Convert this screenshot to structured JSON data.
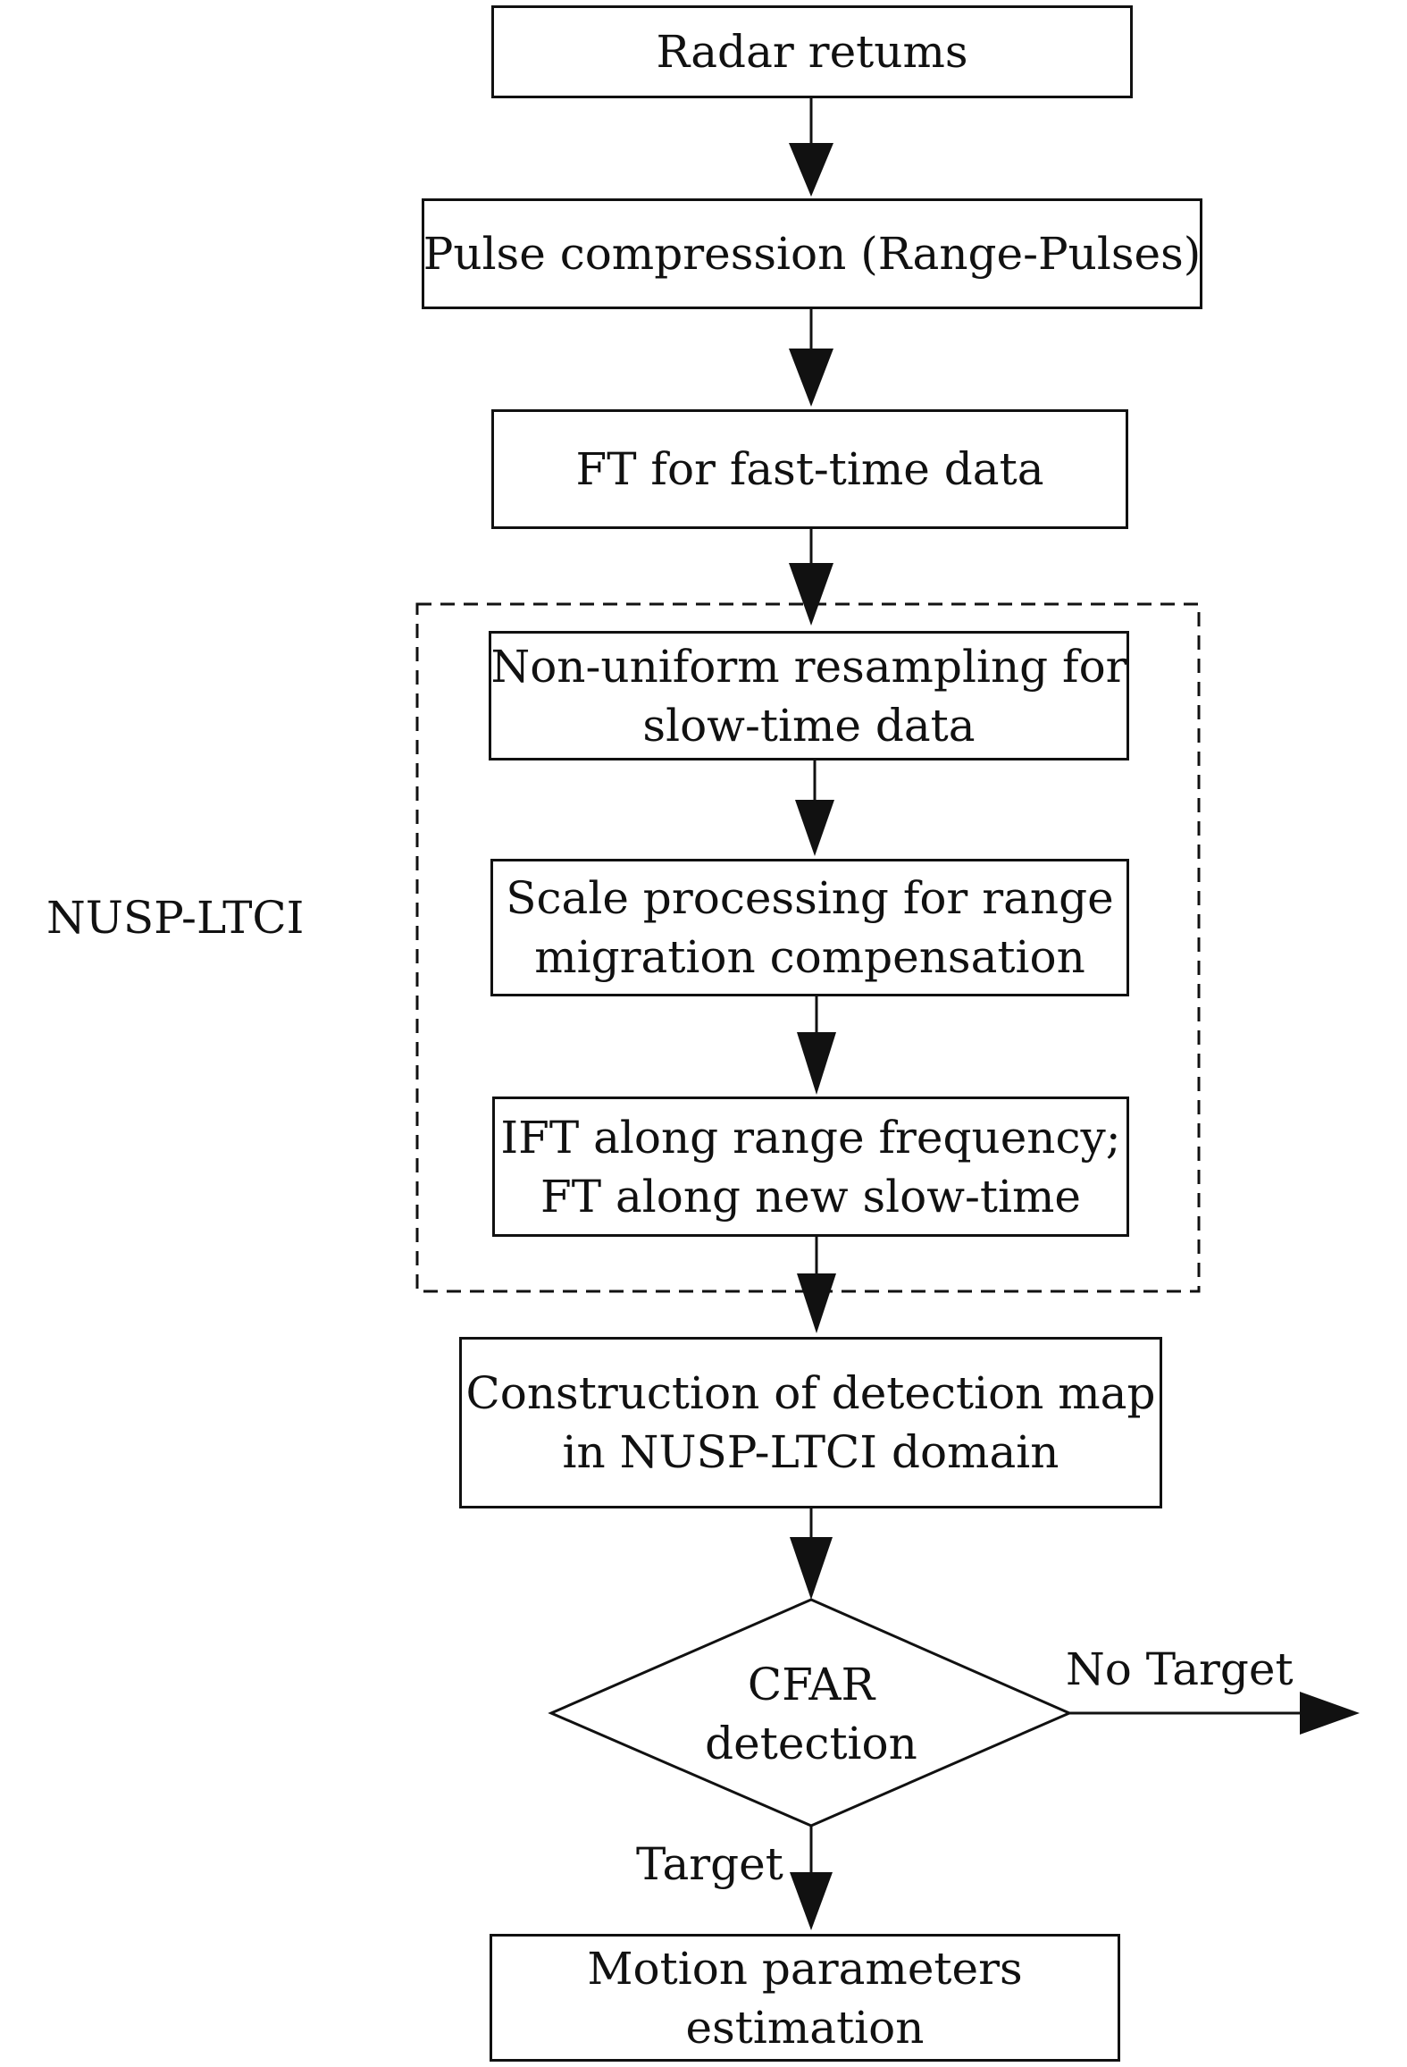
{
  "steps": {
    "radar_returns": [
      "Radar retums"
    ],
    "pulse_compression": [
      "Pulse compression (Range-Pulses)"
    ],
    "ft_fast_time": [
      "FT for fast-time data"
    ],
    "nonuniform_resampling": [
      "Non-uniform resampling for",
      "slow-time data"
    ],
    "scale_processing": [
      "Scale processing for range",
      "migration compensation"
    ],
    "ift_ft": [
      "IFT along range frequency;",
      "FT along new slow-time"
    ],
    "construction_map": [
      "Construction of detection map",
      "in NUSP-LTCI domain"
    ],
    "cfar_detection": [
      "CFAR",
      "detection"
    ],
    "motion_estimation": [
      "Motion parameters",
      "estimation"
    ]
  },
  "group_label": "NUSP-LTCI",
  "edge_labels": {
    "no_target": "No Target",
    "target": "Target"
  }
}
